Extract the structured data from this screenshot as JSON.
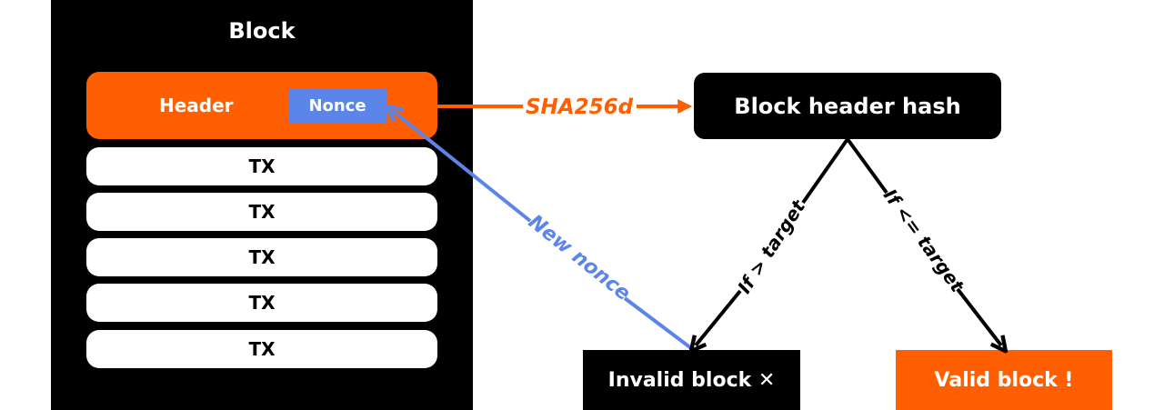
{
  "block": {
    "title": "Block",
    "header_label": "Header",
    "nonce_label": "Nonce",
    "tx_rows": [
      "TX",
      "TX",
      "TX",
      "TX",
      "TX"
    ]
  },
  "process": {
    "hash_label": "SHA256d",
    "hash_box_label": "Block header hash",
    "new_nonce_label": "New nonce",
    "if_greater_label": "If > target",
    "if_less_equal_label": "If <= target",
    "invalid_label": "Invalid block ✕",
    "valid_label": "Valid block !"
  },
  "colors": {
    "orange": "#FF5F00",
    "blue": "#5B85E8",
    "black": "#000000",
    "white": "#FFFFFF"
  }
}
